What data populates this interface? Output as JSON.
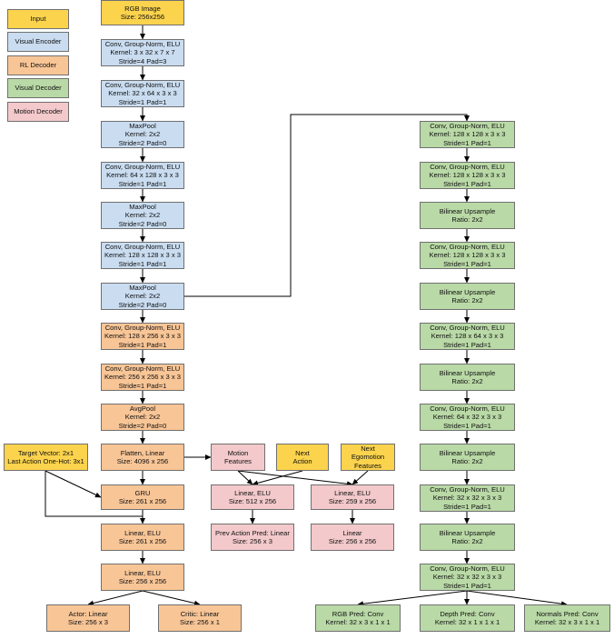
{
  "colors": {
    "input": "#fbd34d",
    "visual_encoder": "#c9dcf0",
    "rl_decoder": "#f8c596",
    "visual_decoder": "#b9d9a6",
    "motion_decoder": "#f3c9cb",
    "edge": "#000000"
  },
  "legend": [
    {
      "label": "Input"
    },
    {
      "label": "Visual Encoder"
    },
    {
      "label": "RL Decoder"
    },
    {
      "label": "Visual Decoder"
    },
    {
      "label": "Motion Decoder"
    }
  ],
  "nodes": {
    "rgb": {
      "text": "RGB Image\nSize: 256x256"
    },
    "enc1": {
      "text": "Conv, Group-Norm, ELU\nKernel: 3 x 32 x 7 x 7\nStride=4  Pad=3"
    },
    "enc2": {
      "text": "Conv, Group-Norm, ELU\nKernel: 32 x 64 x 3 x 3\nStride=1  Pad=1"
    },
    "enc3": {
      "text": "MaxPool\nKernel: 2x2\nStride=2  Pad=0"
    },
    "enc4": {
      "text": "Conv, Group-Norm, ELU\nKernel: 64 x 128 x 3 x 3\nStride=1  Pad=1"
    },
    "enc5": {
      "text": "MaxPool\nKernel: 2x2\nStride=2  Pad=0"
    },
    "enc6": {
      "text": "Conv, Group-Norm, ELU\nKernel: 128 x 128 x 3 x 3\nStride=1  Pad=1"
    },
    "enc7": {
      "text": "MaxPool\nKernel: 2x2\nStride=2  Pad=0"
    },
    "rl1": {
      "text": "Conv, Group-Norm, ELU\nKernel: 128 x 256 x 3 x 3\nStride=1  Pad=1"
    },
    "rl2": {
      "text": "Conv, Group-Norm, ELU\nKernel: 256 x 256 x 3 x 3\nStride=1  Pad=1"
    },
    "rl3": {
      "text": "AvgPool\nKernel: 2x2\nStride=2  Pad=0"
    },
    "rl4": {
      "text": "Flatten, Linear\nSize: 4096 x 256"
    },
    "target": {
      "text": "Target Vector: 2x1\nLast Action One-Hot: 3x1"
    },
    "gru": {
      "text": "GRU\nSize: 261 x 256"
    },
    "rl5": {
      "text": "Linear, ELU\nSize: 261 x 256"
    },
    "rl6": {
      "text": "Linear, ELU\nSize: 256 x 256"
    },
    "actor": {
      "text": "Actor: Linear\nSize: 256 x 3"
    },
    "critic": {
      "text": "Critic: Linear\nSize: 256 x 1"
    },
    "motion_feat": {
      "text": "Motion\nFeatures"
    },
    "next_action": {
      "text": "Next\nAction"
    },
    "next_ego": {
      "text": "Next\nEgomotion\nFeatures"
    },
    "md1": {
      "text": "Linear, ELU\nSize: 512 x 256"
    },
    "md2": {
      "text": "Linear, ELU\nSize: 259 x 256"
    },
    "md3": {
      "text": "Prev Action Pred: Linear\nSize: 256 x 3"
    },
    "md4": {
      "text": "Linear\nSize: 256 x 256"
    },
    "vd1": {
      "text": "Conv, Group-Norm, ELU\nKernel: 128 x 128 x 3 x 3\nStride=1  Pad=1"
    },
    "vd2": {
      "text": "Conv, Group-Norm, ELU\nKernel: 128 x 128 x 3 x 3\nStride=1  Pad=1"
    },
    "vd3": {
      "text": "Bilinear Upsample\nRatio: 2x2"
    },
    "vd4": {
      "text": "Conv, Group-Norm, ELU\nKernel: 128 x 128 x 3 x 3\nStride=1  Pad=1"
    },
    "vd5": {
      "text": "Bilinear Upsample\nRatio: 2x2"
    },
    "vd6": {
      "text": "Conv, Group-Norm, ELU\nKernel: 128 x 64 x 3 x 3\nStride=1  Pad=1"
    },
    "vd7": {
      "text": "Bilinear Upsample\nRatio: 2x2"
    },
    "vd8": {
      "text": "Conv, Group-Norm, ELU\nKernel: 64 x 32 x 3 x 3\nStride=1  Pad=1"
    },
    "vd9": {
      "text": "Bilinear Upsample\nRatio: 2x2"
    },
    "vd10": {
      "text": "Conv, Group-Norm, ELU\nKernel: 32 x 32 x 3 x 3\nStride=1  Pad=1"
    },
    "vd11": {
      "text": "Bilinear Upsample\nRatio: 2x2"
    },
    "vd12": {
      "text": "Conv, Group-Norm, ELU\nKernel: 32 x 32 x 3 x 3\nStride=1  Pad=1"
    },
    "rgb_pred": {
      "text": "RGB Pred: Conv\nKernel: 32 x 3 x 1 x 1"
    },
    "depth_pred": {
      "text": "Depth Pred: Conv\nKernel: 32 x 1 x 1 x 1"
    },
    "normals_pred": {
      "text": "Normals Pred: Conv\nKernel: 32 x 3 x 1 x 1"
    }
  }
}
